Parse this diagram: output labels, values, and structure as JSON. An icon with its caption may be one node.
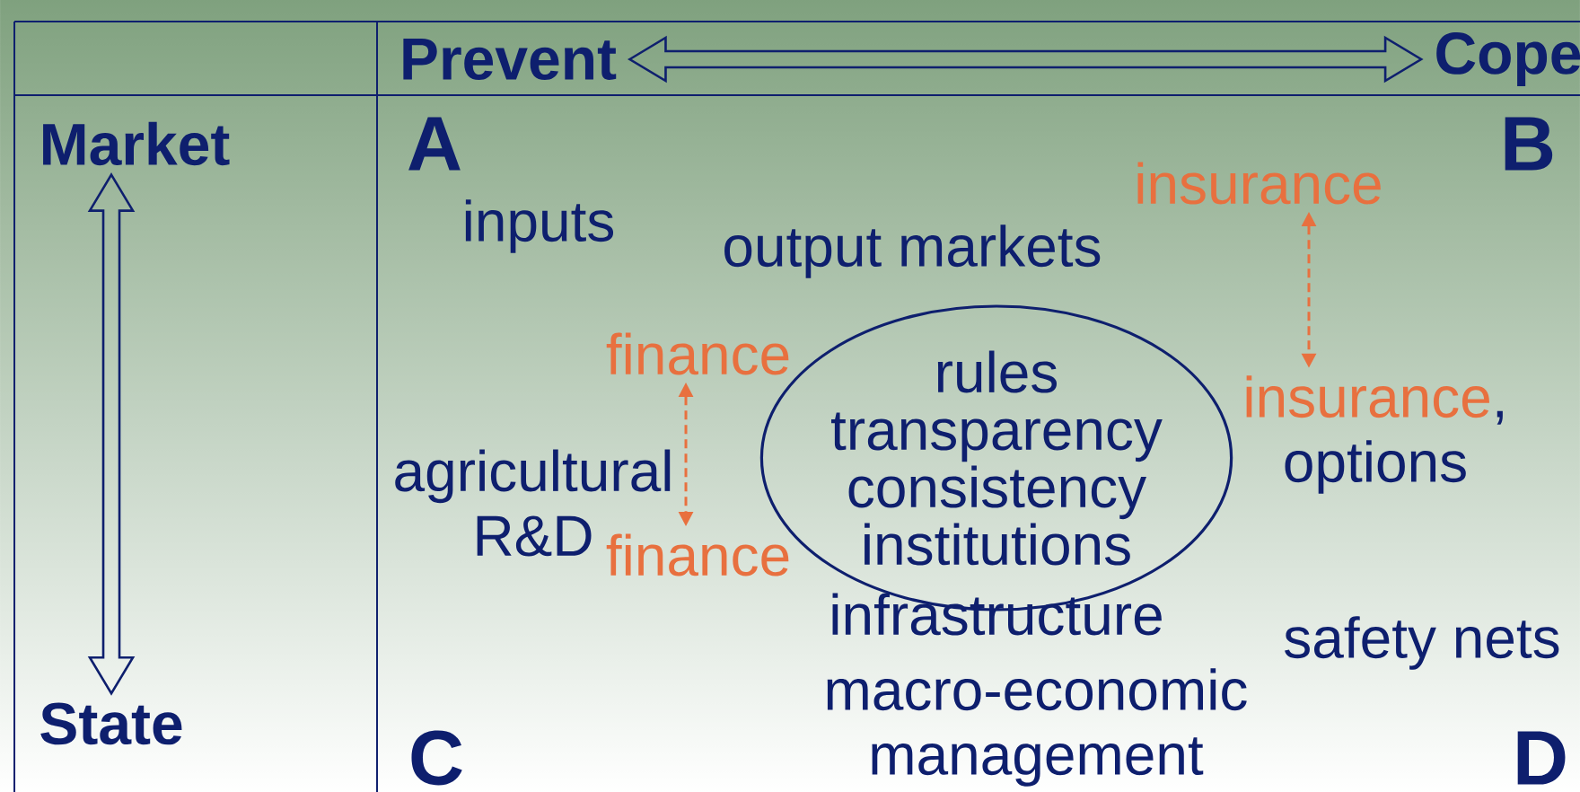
{
  "diagram": {
    "nodes": [
      {
        "text": [
          "Prevent"
        ]
      },
      {
        "text": [
          "Cope"
        ]
      },
      {
        "text": [
          "Market"
        ]
      },
      {
        "text": [
          "State"
        ]
      },
      {
        "text": [
          "finance"
        ]
      },
      {
        "text": [
          "finance"
        ]
      },
      {
        "text": [
          "insurance"
        ]
      },
      {
        "text": [
          "insurance",
          ",",
          "options"
        ]
      },
      {
        "text": [
          "rules",
          "transparency",
          "consistency",
          "institutions"
        ]
      }
    ],
    "edges": [
      {
        "from": 0,
        "to": 1,
        "arrow": "both",
        "style": "thick"
      },
      {
        "from": 2,
        "to": 3,
        "arrow": "both",
        "style": "thick"
      },
      {
        "from": 4,
        "to": 5,
        "arrow": "both",
        "style": "dashed",
        "color": "#e8703f"
      },
      {
        "from": 6,
        "to": 7,
        "arrow": "both",
        "style": "dashed",
        "color": "#e8703f"
      }
    ],
    "labels": [
      "A",
      "B",
      "inputs",
      "output markets",
      "agricultural R&D",
      "infrastructure",
      "safety nets",
      "macro-economic management",
      "C",
      "D"
    ]
  }
}
